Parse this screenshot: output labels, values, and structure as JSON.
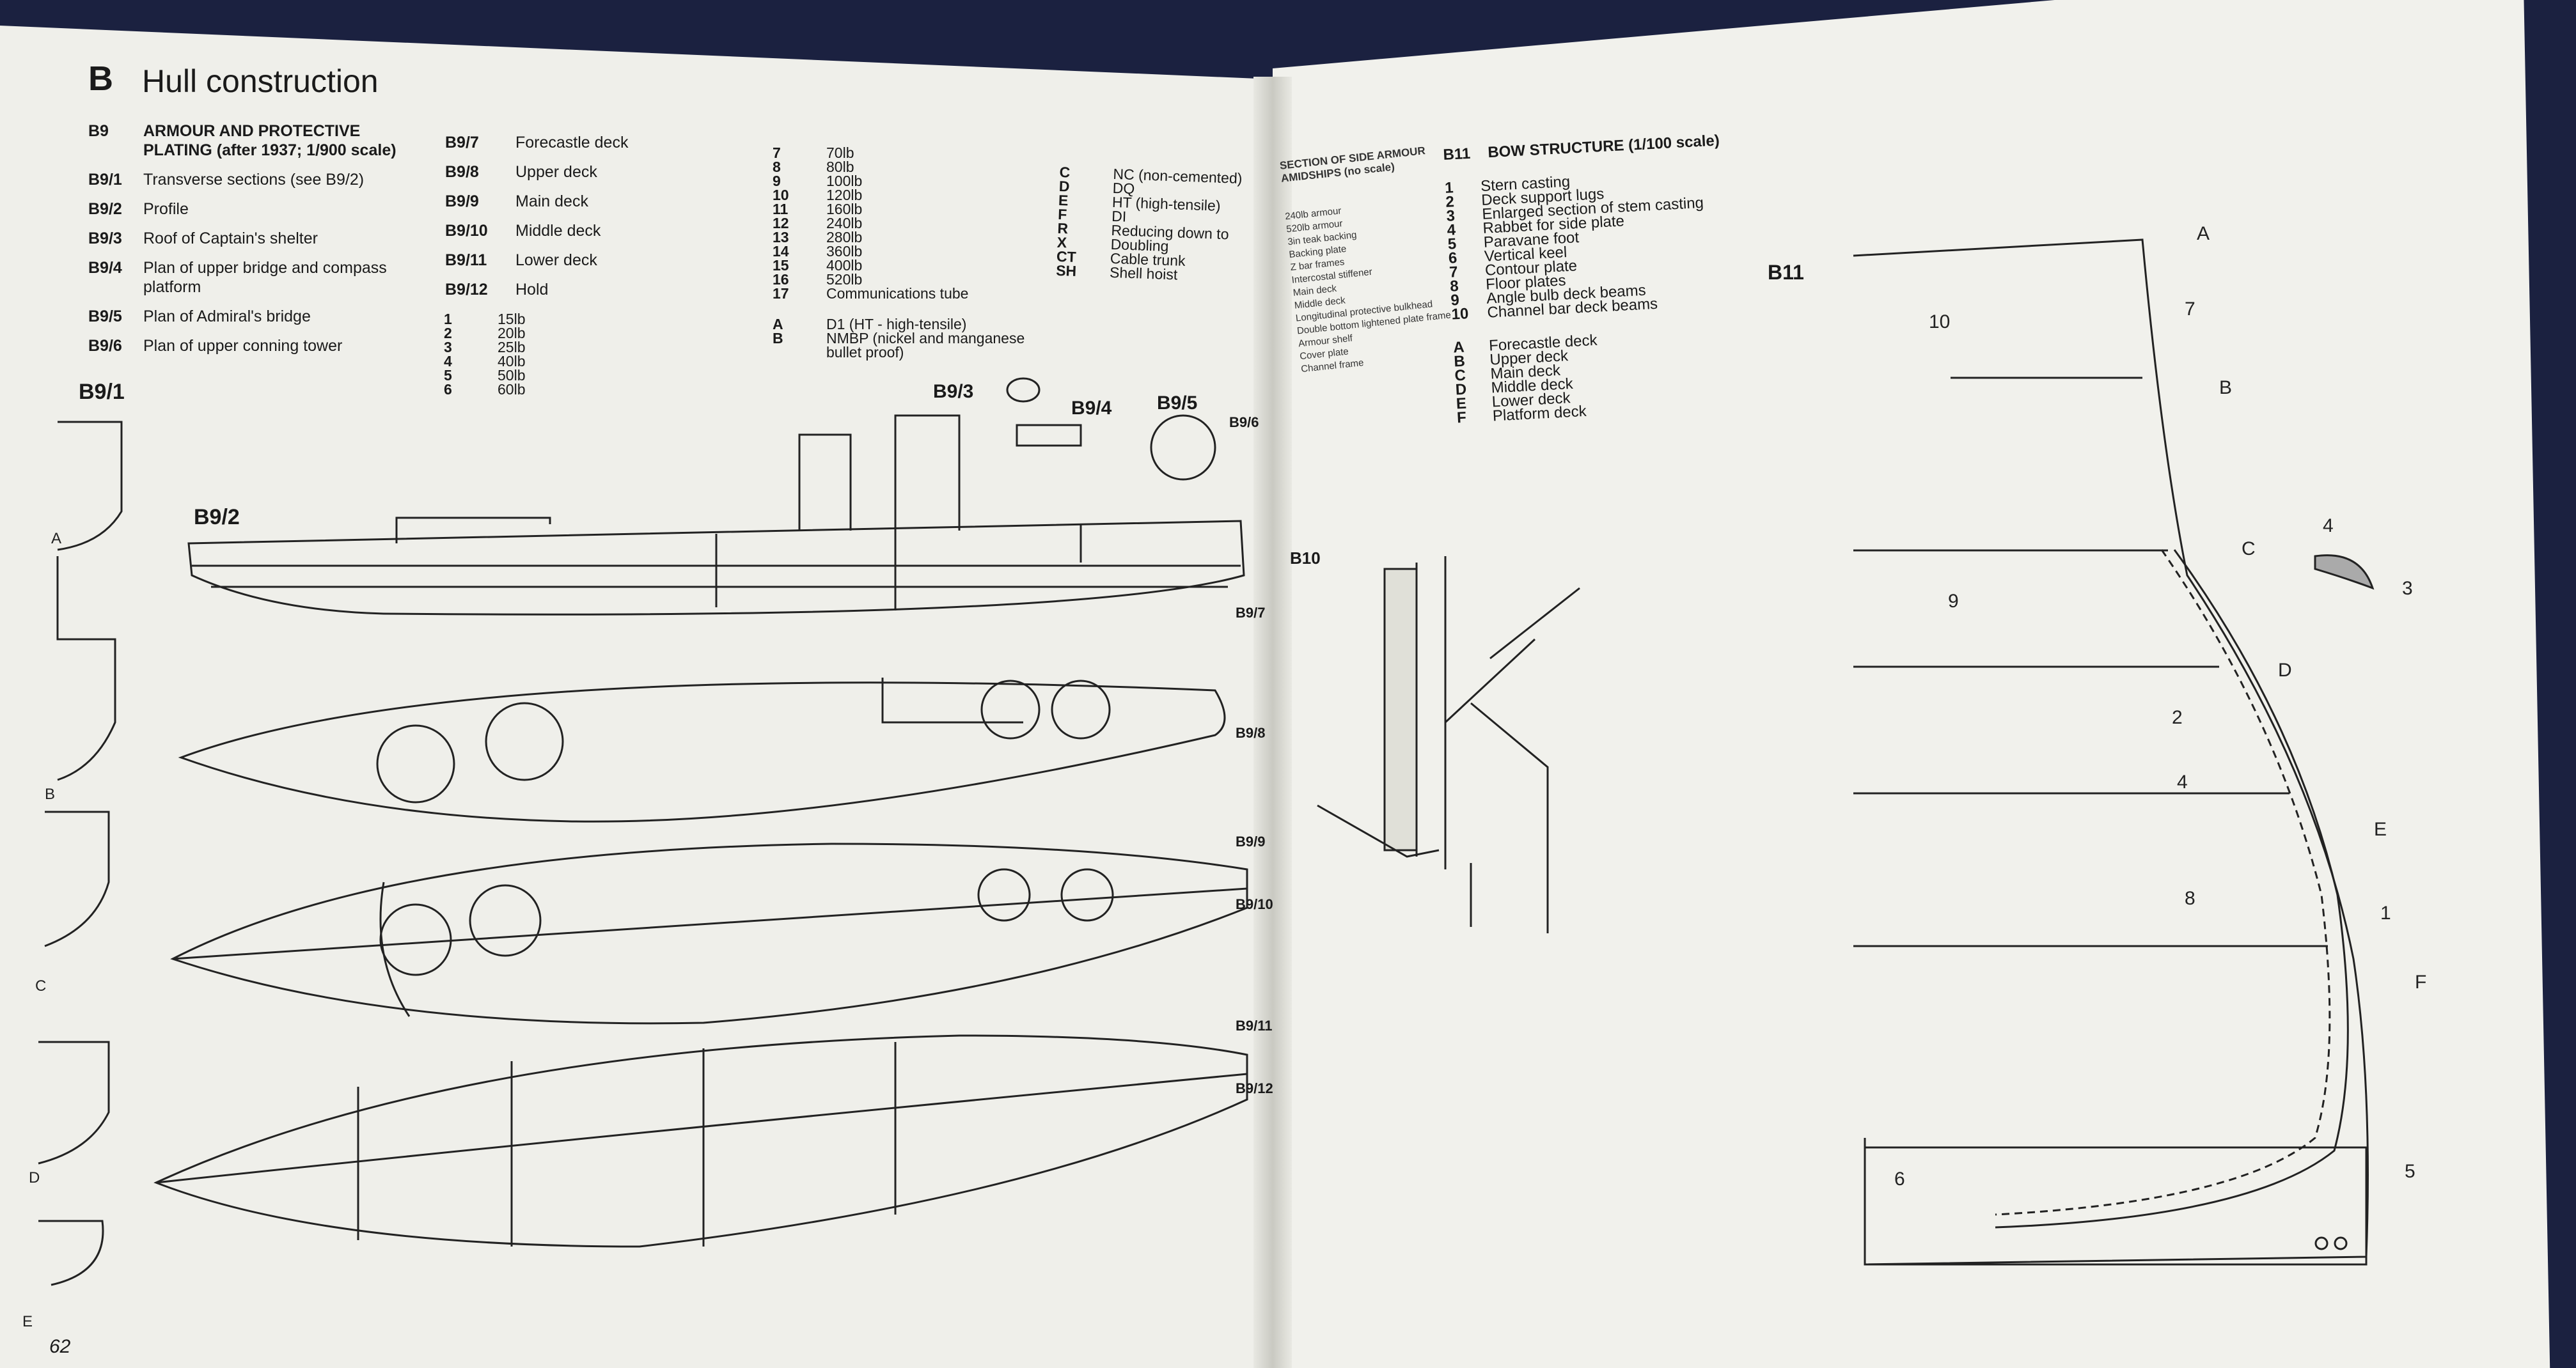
{
  "header": {
    "letter": "B",
    "title": "Hull construction"
  },
  "left_list": [
    {
      "k": "B9",
      "v": "ARMOUR AND PROTECTIVE PLATING (after 1937; 1/900 scale)"
    },
    {
      "k": "B9/1",
      "v": "Transverse sections (see B9/2)"
    },
    {
      "k": "B9/2",
      "v": "Profile"
    },
    {
      "k": "B9/3",
      "v": "Roof of Captain's shelter"
    },
    {
      "k": "B9/4",
      "v": "Plan of upper bridge and compass platform"
    },
    {
      "k": "B9/5",
      "v": "Plan of Admiral's bridge"
    },
    {
      "k": "B9/6",
      "v": "Plan of upper conning tower"
    }
  ],
  "mid_list": [
    {
      "k": "B9/7",
      "v": "Forecastle deck"
    },
    {
      "k": "B9/8",
      "v": "Upper deck"
    },
    {
      "k": "B9/9",
      "v": "Main deck"
    },
    {
      "k": "B9/10",
      "v": "Middle deck"
    },
    {
      "k": "B9/11",
      "v": "Lower deck"
    },
    {
      "k": "B9/12",
      "v": "Hold"
    }
  ],
  "weights_a": [
    {
      "k": "1",
      "v": "15lb"
    },
    {
      "k": "2",
      "v": "20lb"
    },
    {
      "k": "3",
      "v": "25lb"
    },
    {
      "k": "4",
      "v": "40lb"
    },
    {
      "k": "5",
      "v": "50lb"
    },
    {
      "k": "6",
      "v": "60lb"
    }
  ],
  "weights_b": [
    {
      "k": "7",
      "v": "70lb"
    },
    {
      "k": "8",
      "v": "80lb"
    },
    {
      "k": "9",
      "v": "100lb"
    },
    {
      "k": "10",
      "v": "120lb"
    },
    {
      "k": "11",
      "v": "160lb"
    },
    {
      "k": "12",
      "v": "240lb"
    },
    {
      "k": "13",
      "v": "280lb"
    },
    {
      "k": "14",
      "v": "360lb"
    },
    {
      "k": "15",
      "v": "400lb"
    },
    {
      "k": "16",
      "v": "520lb"
    },
    {
      "k": "17",
      "v": "Communications tube"
    }
  ],
  "materials": [
    {
      "k": "A",
      "v": "D1 (HT - high-tensile)"
    },
    {
      "k": "B",
      "v": "NMBP (nickel and manganese bullet proof)"
    }
  ],
  "codes": [
    {
      "k": "C",
      "v": "NC (non-cemented)"
    },
    {
      "k": "D",
      "v": "DQ"
    },
    {
      "k": "E",
      "v": "HT (high-tensile)"
    },
    {
      "k": "F",
      "v": "DI"
    },
    {
      "k": "R",
      "v": "Reducing down to"
    },
    {
      "k": "X",
      "v": "Doubling"
    },
    {
      "k": "CT",
      "v": "Cable trunk"
    },
    {
      "k": "SH",
      "v": "Shell hoist"
    }
  ],
  "figure_labels": {
    "b9_1": "B9/1",
    "b9_2": "B9/2",
    "b9_3": "B9/3",
    "b9_4": "B9/4",
    "b9_5": "B9/5",
    "b9_6": "B9/6",
    "b9_7": "B9/7",
    "b9_8": "B9/8",
    "b9_9": "B9/9",
    "b9_10": "B9/10",
    "b9_11": "B9/11",
    "b9_12": "B9/12",
    "b10": "B10",
    "b11": "B11"
  },
  "page_number": "62",
  "b10": {
    "title": "SECTION OF SIDE ARMOUR AMIDSHIPS (no scale)",
    "items": [
      "240lb armour",
      "520lb armour",
      "3in teak backing",
      "Backing plate",
      "Z bar frames",
      "Intercostal stiffener",
      "Main deck",
      "Middle deck",
      "Longitudinal protective bulkhead",
      "Double bottom lightened plate frame",
      "Armour shelf",
      "Cover plate",
      "Channel frame"
    ]
  },
  "b11": {
    "key": "B11",
    "title": "BOW STRUCTURE (1/100 scale)",
    "items": [
      {
        "k": "1",
        "v": "Stern casting"
      },
      {
        "k": "2",
        "v": "Deck support lugs"
      },
      {
        "k": "3",
        "v": "Enlarged section of stem casting"
      },
      {
        "k": "4",
        "v": "Rabbet for side plate"
      },
      {
        "k": "5",
        "v": "Paravane foot"
      },
      {
        "k": "6",
        "v": "Vertical keel"
      },
      {
        "k": "7",
        "v": "Contour plate"
      },
      {
        "k": "8",
        "v": "Floor plates"
      },
      {
        "k": "9",
        "v": "Angle bulb deck beams"
      },
      {
        "k": "10",
        "v": "Channel bar deck beams"
      }
    ],
    "decks": [
      {
        "k": "A",
        "v": "Forecastle deck"
      },
      {
        "k": "B",
        "v": "Upper deck"
      },
      {
        "k": "C",
        "v": "Main deck"
      },
      {
        "k": "D",
        "v": "Middle deck"
      },
      {
        "k": "E",
        "v": "Lower deck"
      },
      {
        "k": "F",
        "v": "Platform deck"
      }
    ]
  },
  "bow_callouts": {
    "a": "A",
    "b": "B",
    "c": "C",
    "d": "D",
    "e": "E",
    "f": "F",
    "n1": "1",
    "n2": "2",
    "n3": "3",
    "n4": "4",
    "n4b": "4",
    "n5": "5",
    "n6": "6",
    "n7": "7",
    "n8": "8",
    "n9": "9",
    "n10": "10"
  },
  "section_marks": {
    "a": "A",
    "b": "B",
    "c": "C",
    "d": "D",
    "e": "E"
  }
}
